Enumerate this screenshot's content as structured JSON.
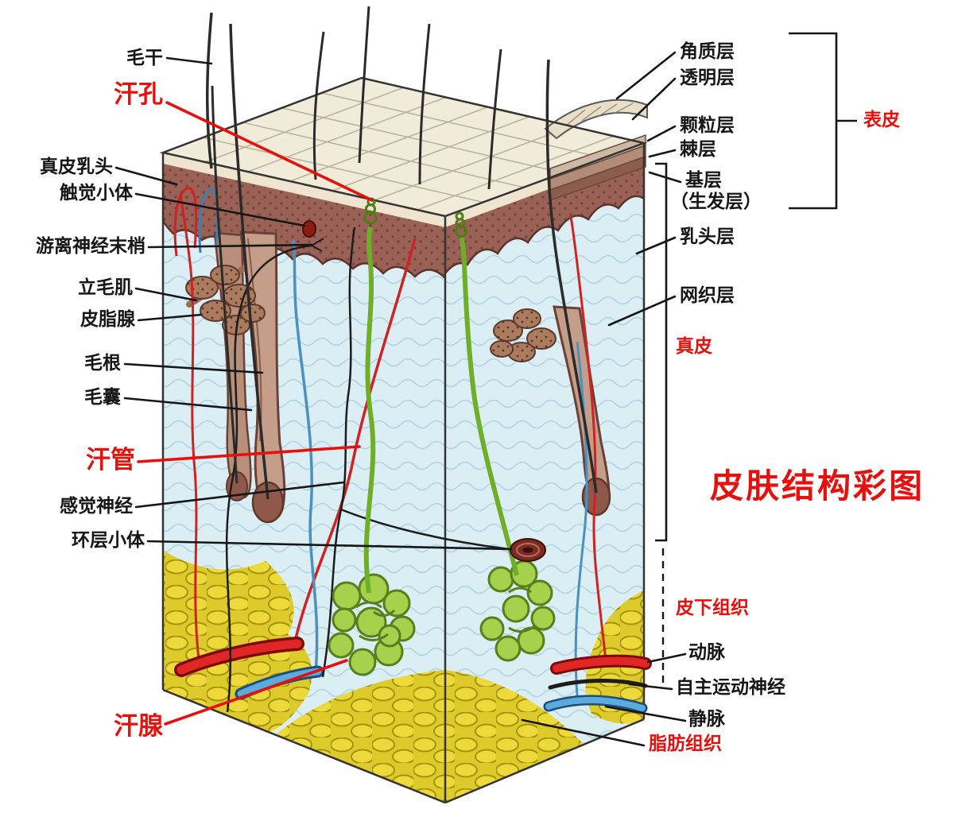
{
  "title": "皮肤结构彩图",
  "labels": {
    "hair_shaft": "毛干",
    "sweat_pore": "汗孔",
    "dermal_papilla": "真皮乳头",
    "tactile_corpuscle": "触觉小体",
    "free_nerve_endings": "游离神经末梢",
    "arrector_pili": "立毛肌",
    "sebaceous_gland": "皮脂腺",
    "hair_root": "毛根",
    "hair_follicle": "毛囊",
    "sweat_duct": "汗管",
    "sensory_nerve": "感觉神经",
    "lamellar_corpuscle": "环层小体",
    "sweat_gland": "汗腺",
    "stratum_corneum": "角质层",
    "stratum_lucidum": "透明层",
    "stratum_granulosum": "颗粒层",
    "stratum_spinosum": "棘层",
    "basal_layer": "基层",
    "basal_layer_alt": "（生发层）",
    "epidermis": "表皮",
    "papillary_layer": "乳头层",
    "reticular_layer": "网织层",
    "dermis": "真皮",
    "subcutaneous_tissue": "皮下组织",
    "artery": "动脉",
    "autonomic_motor_nerve": "自主运动神经",
    "vein": "静脉",
    "adipose_tissue": "脂肪组织"
  },
  "colors": {
    "label_black": "#161616",
    "label_red": "#e8100c",
    "epidermis_brown": "#9a6156",
    "dermis_blue": "#daeef4",
    "fat_yellow": "#eed93a",
    "gland_green": "#a6d14c",
    "artery_red": "#e12626",
    "vein_blue": "#5cabdd",
    "nerve_black": "#1c1c1c"
  }
}
